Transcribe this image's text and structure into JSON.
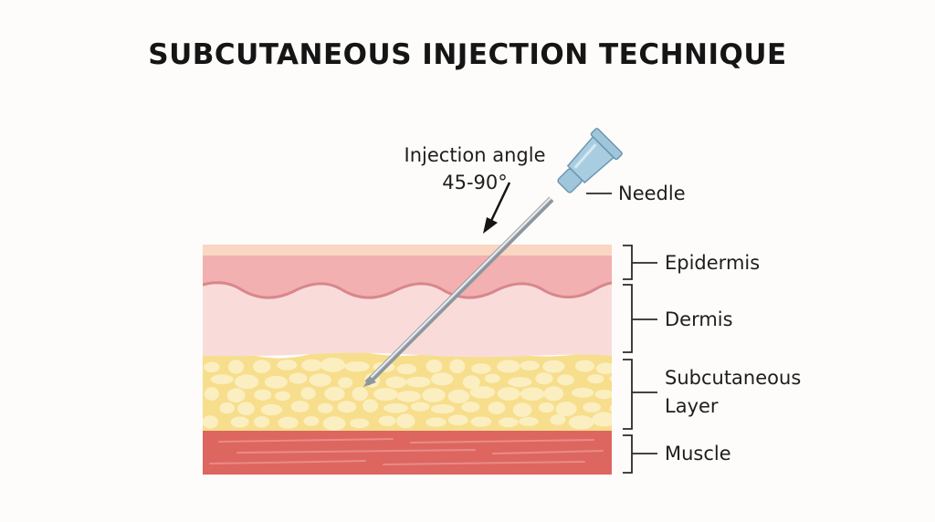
{
  "title": "SUBCUTANEOUS INJECTION TECHNIQUE",
  "angle_label": {
    "line1": "Injection angle",
    "line2": "45-90°"
  },
  "labels": {
    "needle": "Needle",
    "epidermis": "Epidermis",
    "dermis": "Dermis",
    "subcutaneous_line1": "Subcutaneous",
    "subcutaneous_line2": "Layer",
    "muscle": "Muscle"
  },
  "colors": {
    "epidermis_top": "#f9d7c2",
    "epidermis": "#f2b0b0",
    "dermis": "#f9dcda",
    "dermis_wave": "#d9868c",
    "fat": "#f7de8c",
    "fat_cell": "#fbefc1",
    "muscle": "#dd6661",
    "muscle_stripe": "#e98b85",
    "needle_hub": "#a9cde0"
  }
}
